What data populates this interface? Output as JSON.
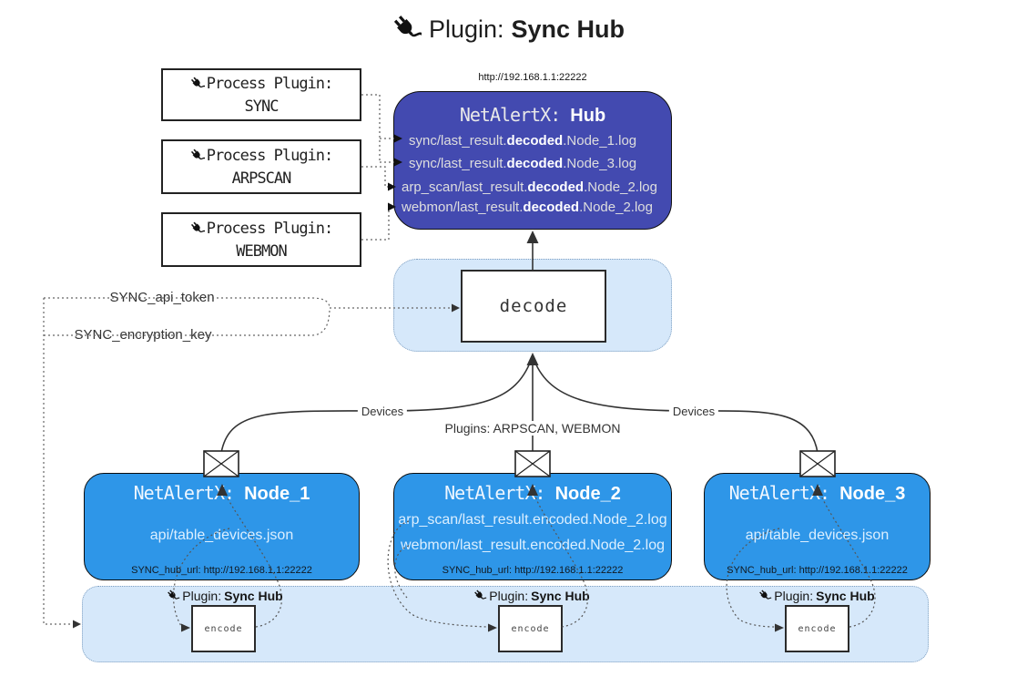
{
  "title": {
    "prefix": "Plugin:",
    "name": "Sync Hub"
  },
  "hub": {
    "url": "http://192.168.1.1:22222",
    "title_prefix": "NetAlertX: ",
    "title_name": "Hub",
    "rows": [
      {
        "pre": "sync/last_result.",
        "bold": "decoded",
        "post": ".Node_1.log"
      },
      {
        "pre": "sync/last_result.",
        "bold": "decoded",
        "post": ".Node_3.log"
      },
      {
        "pre": "arp_scan/last_result.",
        "bold": "decoded",
        "post": ".Node_2.log"
      },
      {
        "pre": "webmon/last_result.",
        "bold": "decoded",
        "post": ".Node_2.log"
      }
    ]
  },
  "process_plugins": [
    {
      "label": "Process Plugin:",
      "name": "SYNC"
    },
    {
      "label": "Process Plugin:",
      "name": "ARPSCAN"
    },
    {
      "label": "Process Plugin:",
      "name": "WEBMON"
    }
  ],
  "decode_label": "decode",
  "tokens": {
    "api_token": "SYNC_api_token",
    "encryption_key": "SYNC_encryption_key"
  },
  "edge_labels": {
    "devices_left": "Devices",
    "devices_right": "Devices",
    "plugins_mid": "Plugins: ARPSCAN, WEBMON"
  },
  "nodes": [
    {
      "title_prefix": "NetAlertX: ",
      "title_name": "Node_1",
      "line1": "api/table_devices.json",
      "line2": "",
      "hub_url": "SYNC_hub_url: http://192.168.1.1:22222"
    },
    {
      "title_prefix": "NetAlertX: ",
      "title_name": "Node_2",
      "line1": "arp_scan/last_result.encoded.Node_2.log",
      "line2": "webmon/last_result.encoded.Node_2.log",
      "hub_url": "SYNC_hub_url: http://192.168.1.1:22222"
    },
    {
      "title_prefix": "NetAlertX: ",
      "title_name": "Node_3",
      "line1": "api/table_devices.json",
      "line2": "",
      "hub_url": "SYNC_hub_url: http://192.168.1.1:22222"
    }
  ],
  "encode_sections": [
    {
      "plugin_prefix": "Plugin:",
      "plugin_name": "Sync Hub",
      "box_label": "encode"
    },
    {
      "plugin_prefix": "Plugin:",
      "plugin_name": "Sync Hub",
      "box_label": "encode"
    },
    {
      "plugin_prefix": "Plugin:",
      "plugin_name": "Sync Hub",
      "box_label": "encode"
    }
  ],
  "icons": {
    "plug": "plug-icon",
    "envelope": "envelope-icon"
  },
  "colors": {
    "hub_fill": "#434ab0",
    "node_fill": "#2e96e8",
    "container_fill": "#d6e8fa",
    "line_dark": "#333333",
    "dotted_gray": "#666666",
    "text_light": "#ffffff"
  }
}
